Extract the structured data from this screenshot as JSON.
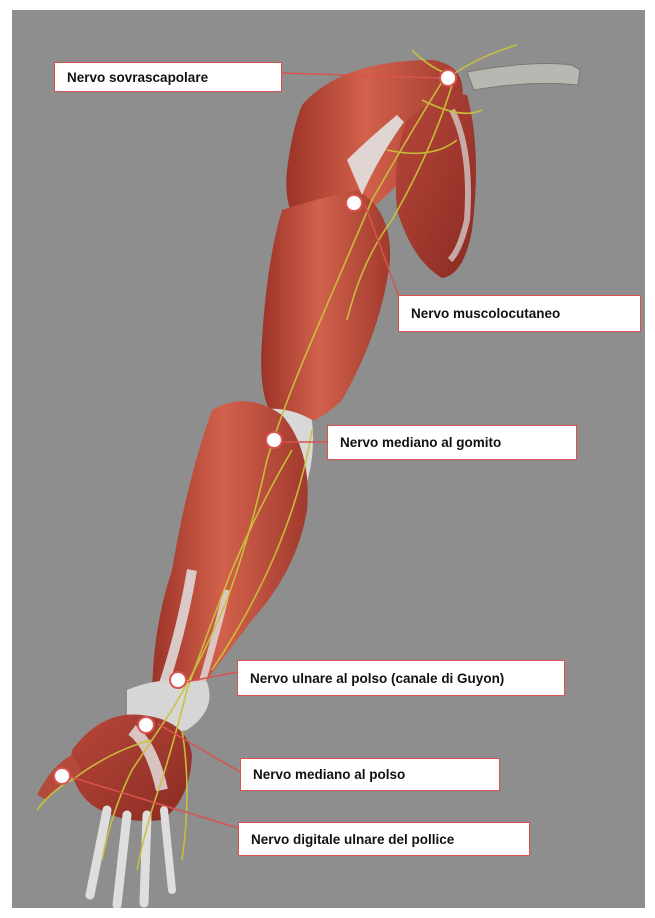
{
  "colors": {
    "background": "#8e8e8e",
    "muscle": "#c8503f",
    "tendon": "#dcdcdc",
    "nerve": "#c9c23a",
    "leader": "#d9534f",
    "marker": "#ffffff"
  },
  "labels": {
    "suprascapular": "Nervo sovrascapolare",
    "musculocutaneous": "Nervo muscolocutaneo",
    "median_elbow": "Nervo mediano al gomito",
    "ulnar_wrist": "Nervo ulnare al polso (canale di Guyon)",
    "median_wrist": "Nervo mediano al polso",
    "digital_thumb": "Nervo digitale ulnare del pollice"
  }
}
